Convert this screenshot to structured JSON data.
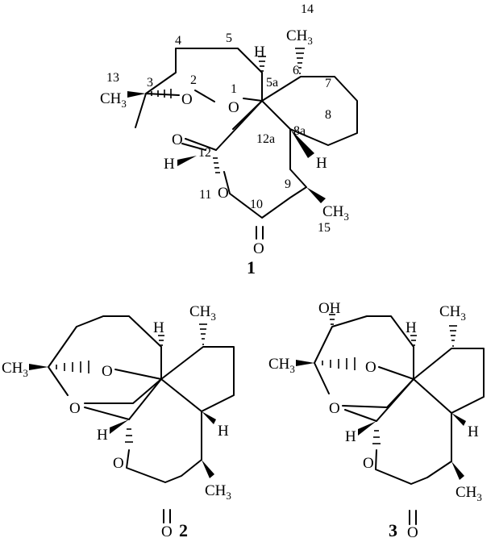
{
  "compounds": [
    {
      "id": "1",
      "atoms": {
        "ch3_14": "CH",
        "ch3_13": "CH",
        "ch3_15": "CH",
        "sub3": "3",
        "o_per1": "O",
        "o_per2": "O",
        "o_ether": "O",
        "o_lactone": "O",
        "o_carbonyl": "O",
        "h_5a": "H",
        "h_8a": "H",
        "h_12": "H"
      },
      "locants": [
        "1",
        "2",
        "3",
        "4",
        "5",
        "5a",
        "6",
        "7",
        "8",
        "8a",
        "9",
        "10",
        "11",
        "12",
        "12a",
        "13",
        "14",
        "15"
      ]
    },
    {
      "id": "2",
      "atoms": {
        "ch3_top": "CH",
        "ch3_left": "CH",
        "ch3_bottom": "CH",
        "sub3": "3",
        "o_bridge": "O",
        "o_ether": "O",
        "o_lactone": "O",
        "o_carbonyl": "O",
        "h_top": "H",
        "h_right": "H",
        "h_left": "H"
      }
    },
    {
      "id": "3",
      "atoms": {
        "oh": "OH",
        "ch3_top": "CH",
        "ch3_left": "CH",
        "ch3_bottom": "CH",
        "sub3": "3",
        "o_bridge": "O",
        "o_ether": "O",
        "o_lactone": "O",
        "o_carbonyl": "O",
        "h_top": "H",
        "h_right": "H",
        "h_left": "H"
      }
    }
  ]
}
